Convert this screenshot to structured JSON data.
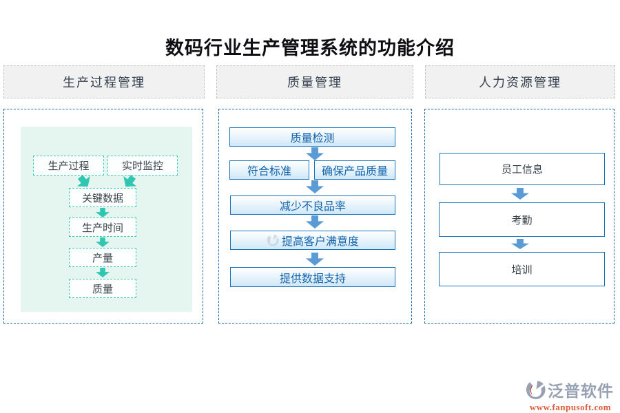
{
  "title": "数码行业生产管理系统的功能介绍",
  "columns": [
    {
      "header": "生产过程管理",
      "nodes": {
        "process": "生产过程",
        "monitor": "实时监控",
        "keydata": "关键数据",
        "time": "生产时间",
        "output": "产量",
        "quality": "质量"
      }
    },
    {
      "header": "质量管理",
      "nodes": {
        "inspect": "质量检测",
        "standard": "符合标准",
        "ensure": "确保产品质量",
        "defect": "减少不良品率",
        "satisfy": "提高客户满意度",
        "support": "提供数据支持"
      }
    },
    {
      "header": "人力资源管理",
      "nodes": {
        "employee": "员工信息",
        "attendance": "考勤",
        "training": "培训"
      }
    }
  ],
  "footer": {
    "brand": "泛普软件",
    "url": "www.fanpusoft.com"
  },
  "icons": {
    "arrow_down": "block-arrow-down",
    "arrow_down_right": "block-arrow-down-right",
    "arrow_down_left": "block-arrow-down-left",
    "logo": "fanpu-logo"
  },
  "colors": {
    "teal_arrow": "#2fc7b2",
    "teal_border": "#3bc9b3",
    "mint_bg": "#e5f5ef",
    "panel_border": "#1e6ab0",
    "box_border": "#1a73b8",
    "box_text_blue": "#1464ac",
    "blue_arrow": "#5b9bd5",
    "header_bg": "#f1f1f1",
    "footer_gray": "#97a1b1",
    "footer_orange": "#dc5f3a"
  }
}
